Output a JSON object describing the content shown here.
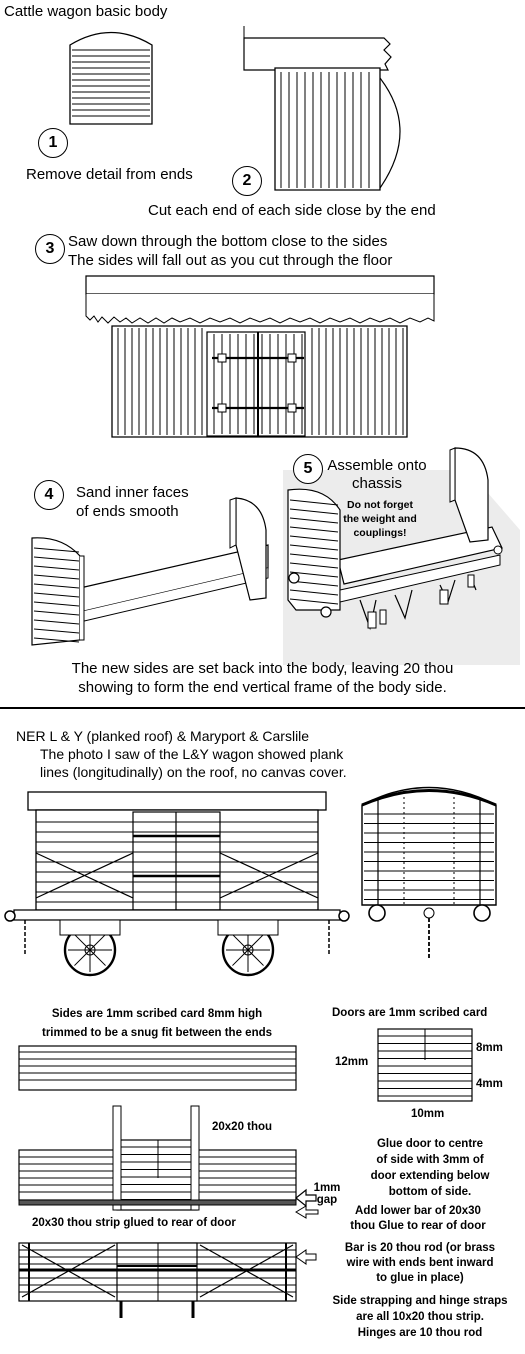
{
  "section1": {
    "title": "Cattle wagon basic body",
    "step1_num": "1",
    "step1_text": "Remove detail from ends",
    "step2_num": "2",
    "step2_text": "Cut each end of each side close by the end",
    "step3_num": "3",
    "step3_line1": "Saw down through the bottom close to the sides",
    "step3_line2": "The sides will fall out as you cut through the floor",
    "step4_num": "4",
    "step4_line1": "Sand inner faces",
    "step4_line2": "of ends smooth",
    "step5_num": "5",
    "step5_line1": "Assemble onto",
    "step5_line2": "chassis",
    "note_line1": "Do not forget",
    "note_line2": "the weight and",
    "note_line3": "couplings!",
    "summary_line1": "The new sides are set back into the body, leaving 20 thou",
    "summary_line2": "showing to form the end vertical frame of the body side."
  },
  "section2": {
    "title": "NER  L & Y (planked roof) & Maryport & Carslile",
    "desc_line1": "The photo I saw of the L&Y wagon showed plank",
    "desc_line2": "lines (longitudinally) on the roof, no canvas cover.",
    "sides_line1": "Sides are 1mm scribed card 8mm high",
    "sides_line2": "trimmed to be a snug fit between the ends",
    "doors_label": "Doors are 1mm scribed card",
    "dim_12": "12mm",
    "dim_8": "8mm",
    "dim_4": "4mm",
    "dim_10": "10mm",
    "label_20x20": "20x20 thou",
    "gap_line1": "1mm",
    "gap_line2": "gap",
    "glue_line1": "Glue door to centre",
    "glue_line2": "of side with 3mm of",
    "glue_line3": "door extending below",
    "glue_line4": "bottom of side.",
    "lower_line1": "Add lower bar of 20x30",
    "lower_line2": "thou Glue to rear of door",
    "strip_label": "20x30 thou strip glued to rear of door",
    "bar_line1": "Bar is 20 thou rod (or brass",
    "bar_line2": "wire with ends bent inward",
    "bar_line3": "to glue in place)",
    "strap_line1": "Side strapping and hinge straps",
    "strap_line2": "are all 10x20 thou strip.",
    "strap_line3": "Hinges are 10 thou rod"
  }
}
